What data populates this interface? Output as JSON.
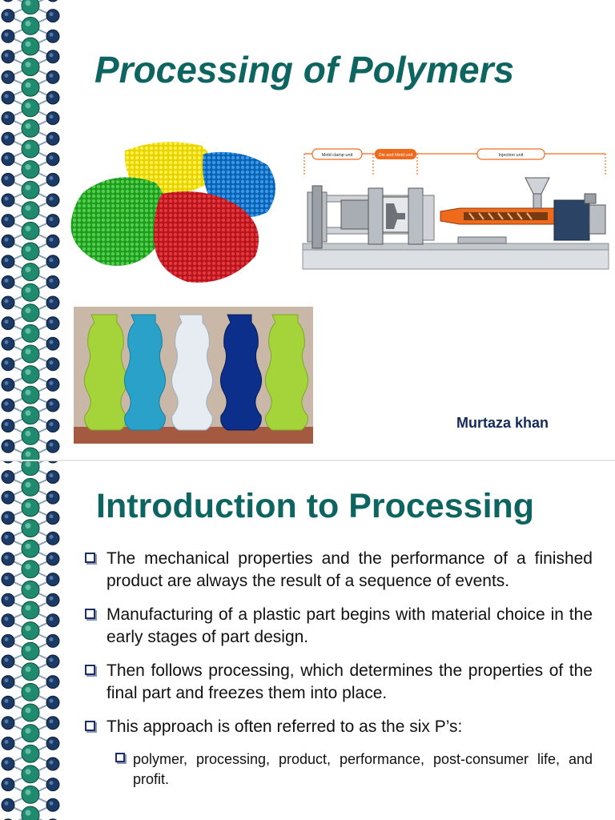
{
  "slide1": {
    "title": "Processing of Polymers",
    "author": "Murtaza khan",
    "machine_labels": {
      "mold_clamp": "Mold clamp unit",
      "die": "Die and Mold unit",
      "injection": "Injection unit"
    }
  },
  "slide2": {
    "title": "Introduction to Processing",
    "bullets": [
      "The mechanical properties and the performance of a finished product are always the result of a sequence of events.",
      "Manufacturing of a plastic part begins with material choice in the early stages of part design.",
      "Then follows processing, which determines the properties of the final part and freezes them into place.",
      "This approach is often referred to as the six P’s:"
    ],
    "sub_bullets": [
      "polymer, processing, product, performance, post-consumer life, and profit."
    ]
  },
  "colors": {
    "title": "#0e6461",
    "author": "#142a5c",
    "bead_teal": "#1f8a6e",
    "bead_navy": "#1c3a66"
  },
  "icons": [
    "molecule-chain-decoration",
    "checkbox-bullet-icon"
  ]
}
